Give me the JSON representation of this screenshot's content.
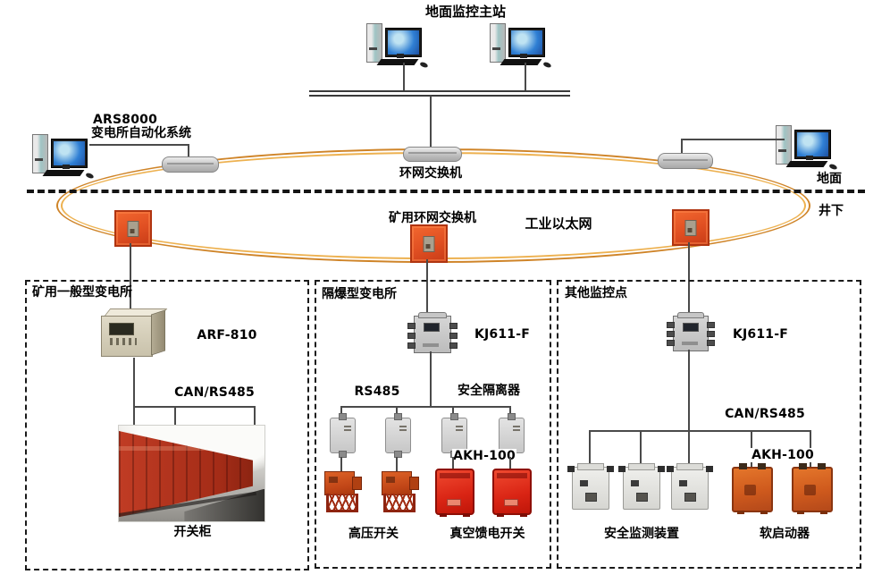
{
  "diagram": {
    "title": "地面监控主站",
    "surface": {
      "ars8000_line1": "ARS8000",
      "ars8000_line2": "变电所自动化系统",
      "ring_switch_label": "环网交换机"
    },
    "underground": {
      "mine_ring_switch_label": "矿用环网交换机",
      "industrial_ethernet_label": "工业以太网"
    },
    "divider": {
      "above": "地面",
      "below": "井下"
    },
    "boxes": {
      "general_substation": {
        "title": "矿用一般型变电所",
        "device": "ARF-810",
        "bus": "CAN/RS485",
        "photo_label": "开关柜"
      },
      "explosion_proof_substation": {
        "title": "隔爆型变电所",
        "device": "KJ611-F",
        "bus_left": "RS485",
        "bus_right": "安全隔离器",
        "akh": "AKH-100",
        "switch_left": "高压开关",
        "switch_right": "真空馈电开关"
      },
      "other_points": {
        "title": "其他监控点",
        "device": "KJ611-F",
        "bus": "CAN/RS485",
        "akh": "AKH-100",
        "device_left": "安全监测装置",
        "device_right": "软启动器"
      }
    },
    "colors": {
      "ring_outer": "#cf8428",
      "ring_inner": "#edb150",
      "node_red": "#e04f22",
      "line": "#4a4a4a",
      "hv_switch_orange": "#bf4416",
      "vacuum_switch_red": "#d92414",
      "soft_starter_orange": "#cf5a1d"
    }
  }
}
